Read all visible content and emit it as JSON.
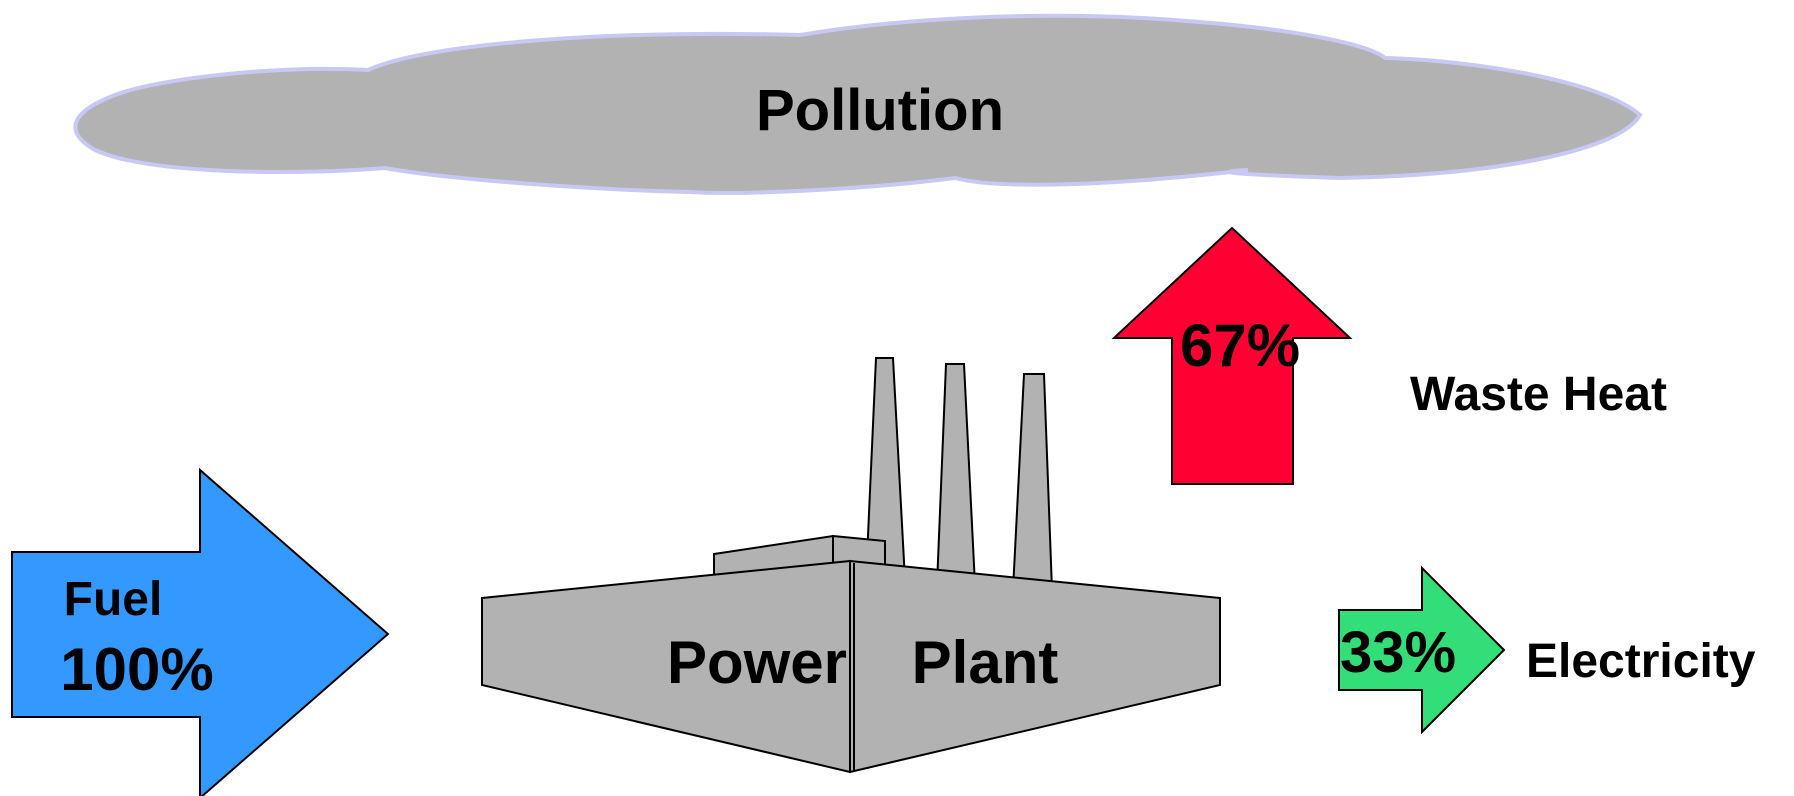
{
  "pollution": {
    "label": "Pollution"
  },
  "fuel": {
    "label": "Fuel",
    "percent": "100%"
  },
  "plant": {
    "label_left": "Power",
    "label_right": "Plant"
  },
  "waste_heat": {
    "percent": "67%",
    "label": "Waste Heat"
  },
  "electricity": {
    "percent": "33%",
    "label": "Electricity"
  },
  "colors": {
    "cloud_fill": "#b2b2b2",
    "cloud_outline": "#c8c8f5",
    "fuel_arrow": "#3399ff",
    "waste_heat_arrow": "#ff0033",
    "electricity_arrow": "#33dd77",
    "electricity_percent_text": "#808080",
    "plant_fill": "#b2b2b2"
  }
}
